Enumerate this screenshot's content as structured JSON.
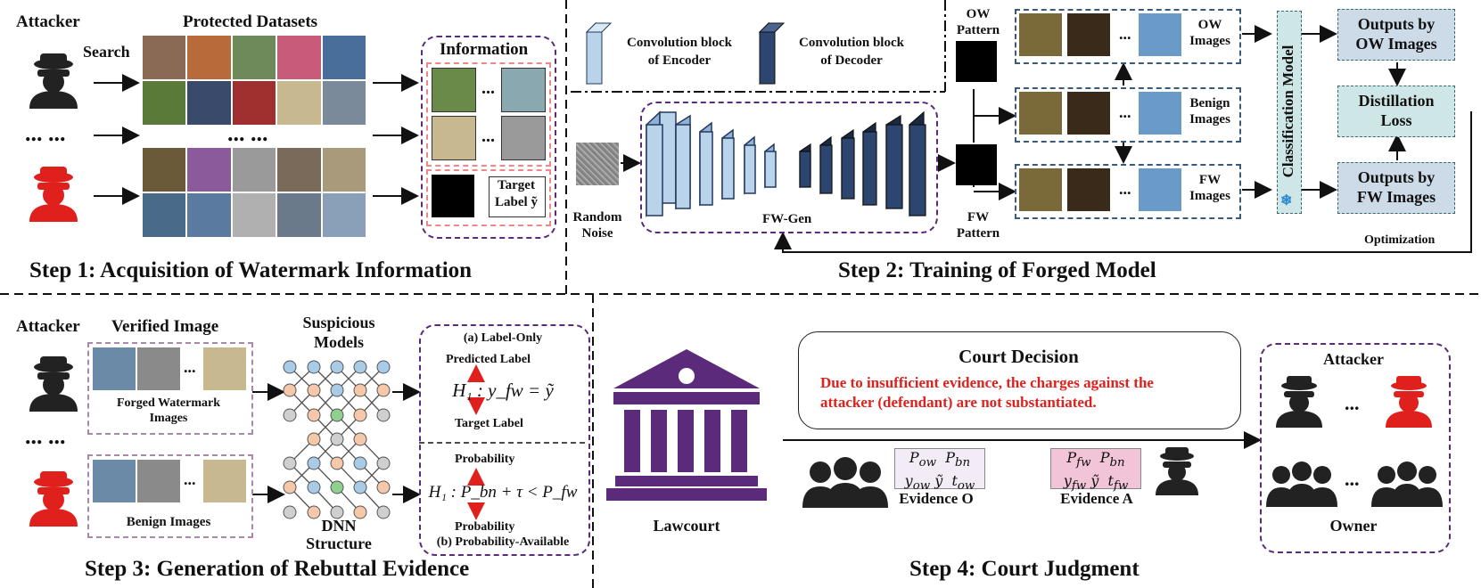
{
  "step1": {
    "attacker": "Attacker",
    "protected": "Protected Datasets",
    "search": "Search",
    "dots_left": "... ...",
    "dots_mid": "... ...",
    "info_title": "Information",
    "dots_info1": "...",
    "dots_info2": "...",
    "target_label": "Target",
    "target_label2": "Label ỹ",
    "title": "Step 1: Acquisition of Watermark Information"
  },
  "step2": {
    "enc_legend": "Convolution block",
    "enc_legend2": "of Encoder",
    "dec_legend": "Convolution block",
    "dec_legend2": "of Decoder",
    "ow_pattern": "OW",
    "ow_pattern2": "Pattern",
    "fw_pattern": "FW",
    "fw_pattern2": "Pattern",
    "random_noise": "Random",
    "random_noise2": "Noise",
    "fwgen": "FW-Gen",
    "ow_images": "OW",
    "ow_images2": "Images",
    "benign_images": "Benign",
    "benign_images2": "Images",
    "fw_images": "FW",
    "fw_images2": "Images",
    "dots1": "...",
    "dots2": "...",
    "dots3": "...",
    "classification": "Classification Model",
    "out_ow": "Outputs by",
    "out_ow2": "OW Images",
    "distill": "Distillation",
    "distill2": "Loss",
    "out_fw": "Outputs by",
    "out_fw2": "FW Images",
    "optimization": "Optimization",
    "title": "Step 2: Training of Forged Model"
  },
  "step3": {
    "attacker": "Attacker",
    "verified": "Verified Image",
    "forged": "Forged Watermark",
    "forged2": "Images",
    "benign": "Benign Images",
    "dots_left": "... ...",
    "dots_a": "...",
    "dots_b": "...",
    "suspicious": "Suspicious",
    "suspicious2": "Models",
    "dnn": "DNN",
    "dnn2": "Structure",
    "label_only": "(a) Label-Only",
    "predicted": "Predicted Label",
    "hyp1": "H₁ : y_fw = ỹ",
    "target": "Target Label",
    "prob1": "Probability",
    "hyp2": "H₁ : P_bn + τ < P_fw",
    "prob2": "Probability",
    "prob_avail": "(b) Probability-Available",
    "title": "Step 3: Generation of Rebuttal Evidence"
  },
  "step4": {
    "lawcourt": "Lawcourt",
    "court_title": "Court Decision",
    "court_text1": "Due to insufficient evidence, the charges against the",
    "court_text2": "attacker (defendant) are not substantiated.",
    "evidence_o": "Evidence O",
    "evidence_a": "Evidence A",
    "attacker": "Attacker",
    "owner": "Owner",
    "dots1": "...",
    "dots2": "...",
    "title": "Step 4: Court Judgment"
  },
  "colors": {
    "purple": "#5b2a7a",
    "red": "#e0201c",
    "enc": "#b9d3ea",
    "dec": "#24395f",
    "teal": "#cfe6e6",
    "blue_box": "#cddbe8"
  }
}
